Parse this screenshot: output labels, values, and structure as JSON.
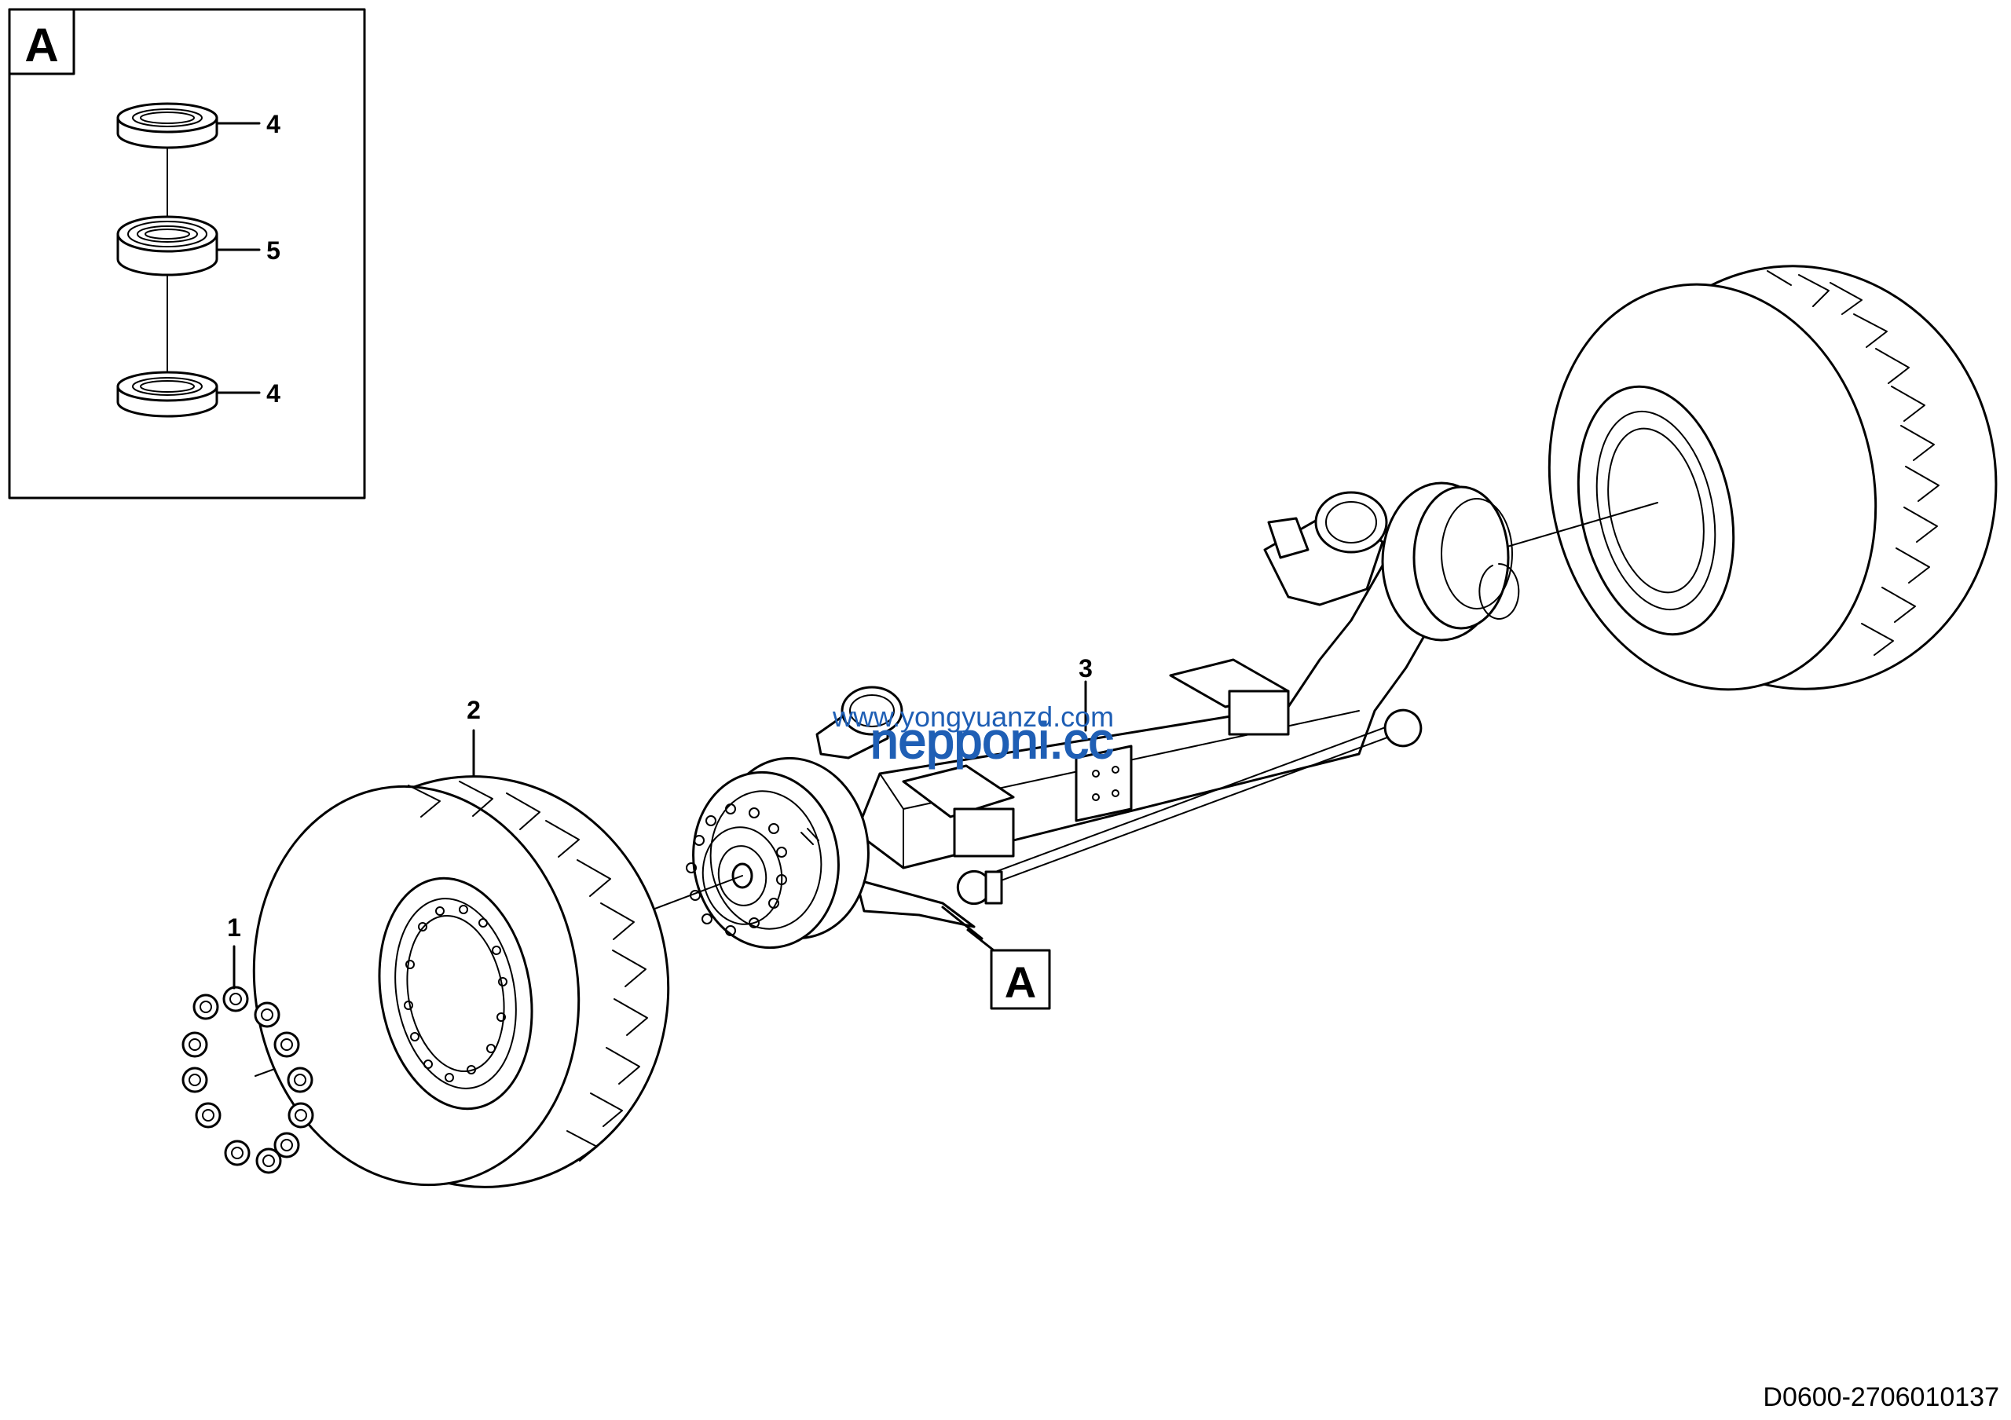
{
  "detail_box": {
    "letter": "A",
    "callouts": [
      {
        "label": "4"
      },
      {
        "label": "5"
      },
      {
        "label": "4"
      }
    ]
  },
  "view_marker": {
    "letter": "A"
  },
  "callouts": {
    "nuts": "1",
    "tire": "2",
    "axle": "3"
  },
  "watermarks": [
    "www.yongyuanzd.com",
    "nepponi.cc"
  ],
  "drawing_code": "D0600-2706010137"
}
